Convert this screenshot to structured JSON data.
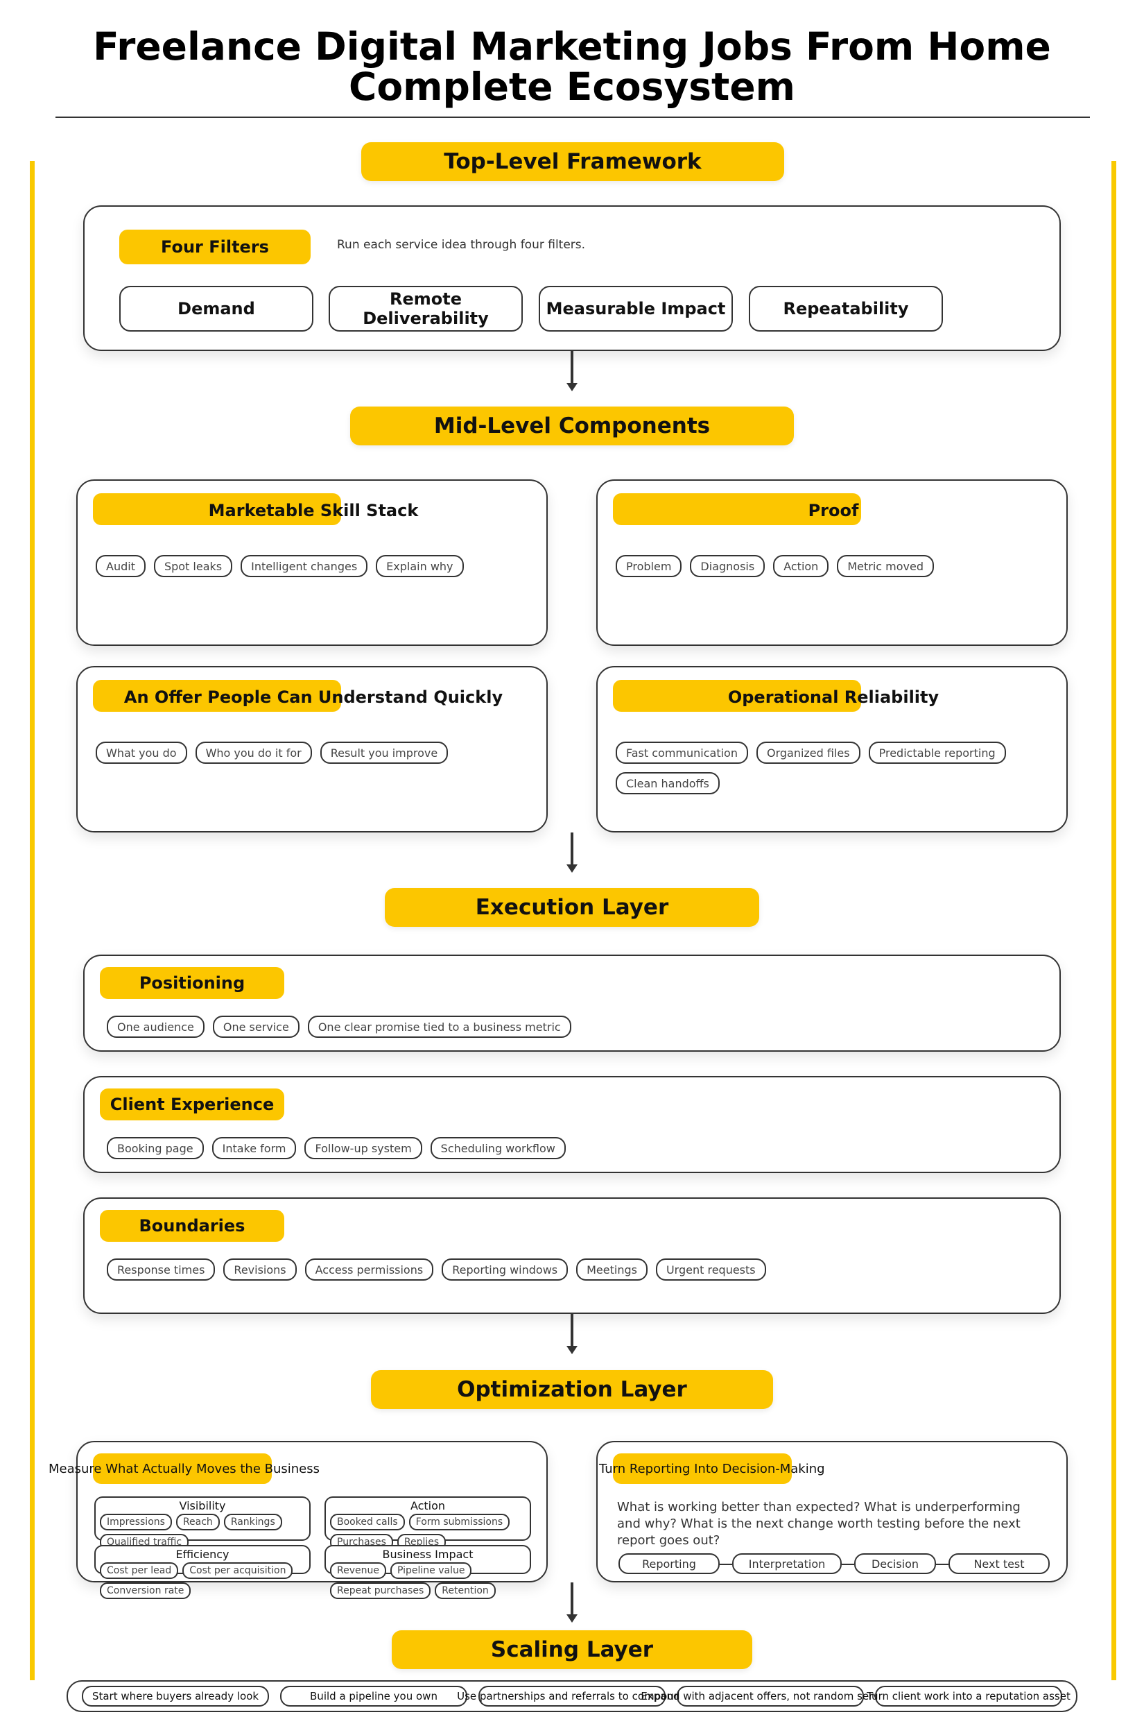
{
  "title": {
    "line1": "Freelance Digital Marketing Jobs From Home",
    "line2": "Complete Ecosystem"
  },
  "top_level": {
    "banner": "Top-Level Framework",
    "tag": "Four Filters",
    "description": "Run each service idea through four filters.",
    "filters": [
      "Demand",
      "Remote Deliverability",
      "Measurable Impact",
      "Repeatability"
    ]
  },
  "mid_level": {
    "banner": "Mid-Level Components",
    "cards": [
      {
        "title": "Marketable Skill Stack",
        "chips": [
          "Audit",
          "Spot leaks",
          "Intelligent changes",
          "Explain why"
        ]
      },
      {
        "title": "Proof",
        "chips": [
          "Problem",
          "Diagnosis",
          "Action",
          "Metric moved"
        ]
      },
      {
        "title": "An Offer People Can Understand Quickly",
        "chips": [
          "What you do",
          "Who you do it for",
          "Result you improve"
        ]
      },
      {
        "title": "Operational Reliability",
        "chips": [
          "Fast communication",
          "Organized files",
          "Predictable reporting",
          "Clean handoffs"
        ]
      }
    ]
  },
  "execution": {
    "banner": "Execution Layer",
    "cards": [
      {
        "title": "Positioning",
        "chips": [
          "One audience",
          "One service",
          "One clear promise tied to a business metric"
        ]
      },
      {
        "title": "Client Experience",
        "chips": [
          "Booking page",
          "Intake form",
          "Follow-up system",
          "Scheduling workflow"
        ]
      },
      {
        "title": "Boundaries",
        "chips": [
          "Response times",
          "Revisions",
          "Access permissions",
          "Reporting windows",
          "Meetings",
          "Urgent requests"
        ]
      }
    ]
  },
  "optimization": {
    "banner": "Optimization Layer",
    "measure": {
      "title": "Measure What Actually Moves the Business",
      "groups": [
        {
          "name": "Visibility",
          "chips": [
            "Impressions",
            "Reach",
            "Rankings",
            "Qualified traffic"
          ]
        },
        {
          "name": "Action",
          "chips": [
            "Booked calls",
            "Form submissions",
            "Purchases",
            "Replies"
          ]
        },
        {
          "name": "Efficiency",
          "chips": [
            "Cost per lead",
            "Cost per acquisition",
            "Conversion rate"
          ]
        },
        {
          "name": "Business Impact",
          "chips": [
            "Revenue",
            "Pipeline value",
            "Repeat purchases",
            "Retention"
          ]
        }
      ]
    },
    "reporting": {
      "title": "Turn Reporting Into Decision-Making",
      "text": "What is working better than expected? What is underperforming and why? What is the next change worth testing before the next report goes out?",
      "flow": [
        "Reporting",
        "Interpretation",
        "Decision",
        "Next test"
      ]
    }
  },
  "scaling": {
    "banner": "Scaling Layer",
    "items": [
      "Start where buyers already look",
      "Build a pipeline you own",
      "Use partnerships and referrals to compound",
      "Expand with adjacent offers, not random services",
      "Turn client work into a reputation asset"
    ]
  },
  "colors": {
    "accent": "#fcc600",
    "border": "#333333"
  }
}
